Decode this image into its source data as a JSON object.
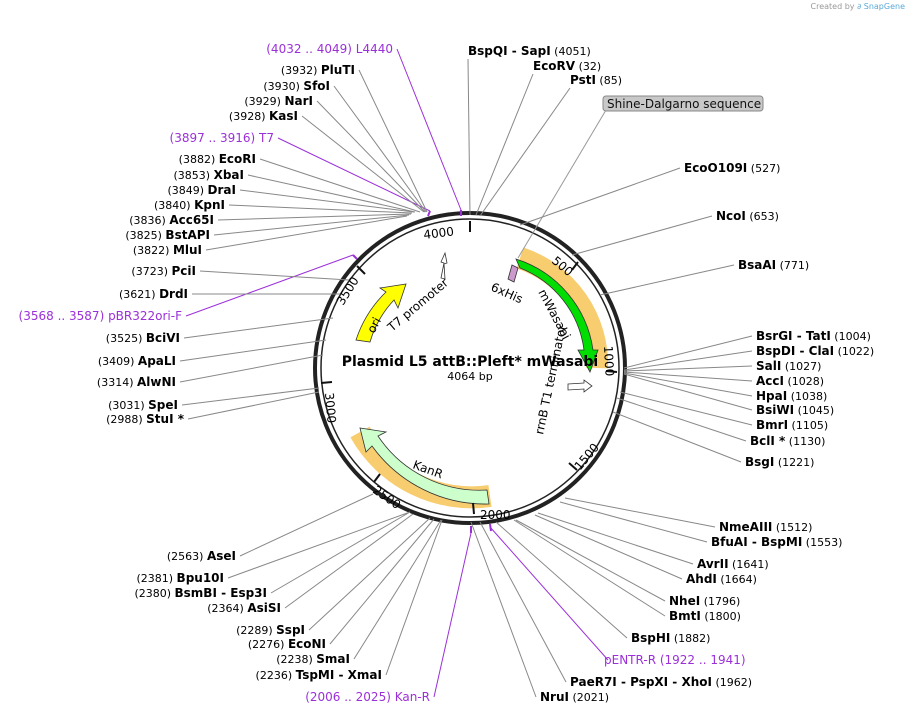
{
  "credit": {
    "prefix": "Created by",
    "brand": "SnapGene"
  },
  "plasmid": {
    "name": "Plasmid L5 attB::Pleft* mWasabi",
    "length": "4064 bp"
  },
  "ticks": [
    "500",
    "1000",
    "1500",
    "2000",
    "2500",
    "3000",
    "3500",
    "4000"
  ],
  "features": [
    {
      "name": "mWasabi",
      "color": "#00dd00"
    },
    {
      "name": "rrnB T1 terminator",
      "color": "#ffffff"
    },
    {
      "name": "KanR",
      "color": "#ccffcc"
    },
    {
      "name": "ori",
      "color": "#ffff00"
    },
    {
      "name": "T7 promoter",
      "color": "#ffffff"
    },
    {
      "name": "6xHis",
      "color": "#cc99cc"
    }
  ],
  "shine_dalgarno": "Shine-Dalgarno sequence",
  "labels": [
    {
      "kind": "enzyme",
      "pos": "(4051)",
      "name": "BspQI  -  SapI"
    },
    {
      "kind": "enzyme",
      "pos": "(32)",
      "name": "EcoRV"
    },
    {
      "kind": "enzyme",
      "pos": "(85)",
      "name": "PstI"
    },
    {
      "kind": "enzyme",
      "pos": "(527)",
      "name": "EcoO109I"
    },
    {
      "kind": "enzyme",
      "pos": "(653)",
      "name": "NcoI"
    },
    {
      "kind": "enzyme",
      "pos": "(771)",
      "name": "BsaAI"
    },
    {
      "kind": "enzyme",
      "pos": "(1004)",
      "name": "BsrGI  -  TatI"
    },
    {
      "kind": "enzyme",
      "pos": "(1022)",
      "name": "BspDI  -  ClaI"
    },
    {
      "kind": "enzyme",
      "pos": "(1027)",
      "name": "SalI"
    },
    {
      "kind": "enzyme",
      "pos": "(1028)",
      "name": "AccI"
    },
    {
      "kind": "enzyme",
      "pos": "(1038)",
      "name": "HpaI"
    },
    {
      "kind": "enzyme",
      "pos": "(1045)",
      "name": "BsiWI"
    },
    {
      "kind": "enzyme",
      "pos": "(1105)",
      "name": "BmrI"
    },
    {
      "kind": "enzyme",
      "pos": "(1130)",
      "name": "BclI *"
    },
    {
      "kind": "enzyme",
      "pos": "(1221)",
      "name": "BsgI"
    },
    {
      "kind": "enzyme",
      "pos": "(1512)",
      "name": "NmeAIII"
    },
    {
      "kind": "enzyme",
      "pos": "(1553)",
      "name": "BfuAI  -  BspMI"
    },
    {
      "kind": "enzyme",
      "pos": "(1641)",
      "name": "AvrII"
    },
    {
      "kind": "enzyme",
      "pos": "(1664)",
      "name": "AhdI"
    },
    {
      "kind": "enzyme",
      "pos": "(1796)",
      "name": "NheI"
    },
    {
      "kind": "enzyme",
      "pos": "(1800)",
      "name": "BmtI"
    },
    {
      "kind": "enzyme",
      "pos": "(1882)",
      "name": "BspHI"
    },
    {
      "kind": "primer",
      "pos": "(1922 .. 1941)",
      "name": "pENTR-R"
    },
    {
      "kind": "enzyme",
      "pos": "(1962)",
      "name": "PaeR7I  -  PspXI  -  XhoI"
    },
    {
      "kind": "enzyme",
      "pos": "(2021)",
      "name": "NruI"
    },
    {
      "kind": "primer",
      "pos": "(2006 .. 2025)",
      "name": "Kan-R"
    },
    {
      "kind": "enzyme",
      "pos": "(2236)",
      "name": "TspMI  -  XmaI"
    },
    {
      "kind": "enzyme",
      "pos": "(2238)",
      "name": "SmaI"
    },
    {
      "kind": "enzyme",
      "pos": "(2276)",
      "name": "EcoNI"
    },
    {
      "kind": "enzyme",
      "pos": "(2289)",
      "name": "SspI"
    },
    {
      "kind": "enzyme",
      "pos": "(2364)",
      "name": "AsiSI"
    },
    {
      "kind": "enzyme",
      "pos": "(2380)",
      "name": "BsmBI  -  Esp3I"
    },
    {
      "kind": "enzyme",
      "pos": "(2381)",
      "name": "Bpu10I"
    },
    {
      "kind": "enzyme",
      "pos": "(2563)",
      "name": "AseI"
    },
    {
      "kind": "enzyme",
      "pos": "(2988)",
      "name": "StuI *"
    },
    {
      "kind": "enzyme",
      "pos": "(3031)",
      "name": "SpeI"
    },
    {
      "kind": "enzyme",
      "pos": "(3314)",
      "name": "AlwNI"
    },
    {
      "kind": "enzyme",
      "pos": "(3409)",
      "name": "ApaLI"
    },
    {
      "kind": "enzyme",
      "pos": "(3525)",
      "name": "BciVI"
    },
    {
      "kind": "primer",
      "pos": "(3568 .. 3587)",
      "name": "pBR322ori-F"
    },
    {
      "kind": "enzyme",
      "pos": "(3621)",
      "name": "DrdI"
    },
    {
      "kind": "enzyme",
      "pos": "(3723)",
      "name": "PciI"
    },
    {
      "kind": "enzyme",
      "pos": "(3822)",
      "name": "MluI"
    },
    {
      "kind": "enzyme",
      "pos": "(3825)",
      "name": "BstAPI"
    },
    {
      "kind": "enzyme",
      "pos": "(3836)",
      "name": "Acc65I"
    },
    {
      "kind": "enzyme",
      "pos": "(3840)",
      "name": "KpnI"
    },
    {
      "kind": "enzyme",
      "pos": "(3849)",
      "name": "DraI"
    },
    {
      "kind": "enzyme",
      "pos": "(3853)",
      "name": "XbaI"
    },
    {
      "kind": "enzyme",
      "pos": "(3882)",
      "name": "EcoRI"
    },
    {
      "kind": "primer",
      "pos": "(3897 .. 3916)",
      "name": "T7"
    },
    {
      "kind": "enzyme",
      "pos": "(3928)",
      "name": "KasI"
    },
    {
      "kind": "enzyme",
      "pos": "(3929)",
      "name": "NarI"
    },
    {
      "kind": "enzyme",
      "pos": "(3930)",
      "name": "SfoI"
    },
    {
      "kind": "enzyme",
      "pos": "(3932)",
      "name": "PluTI"
    },
    {
      "kind": "primer",
      "pos": "(4032 .. 4049)",
      "name": "L4440"
    }
  ]
}
